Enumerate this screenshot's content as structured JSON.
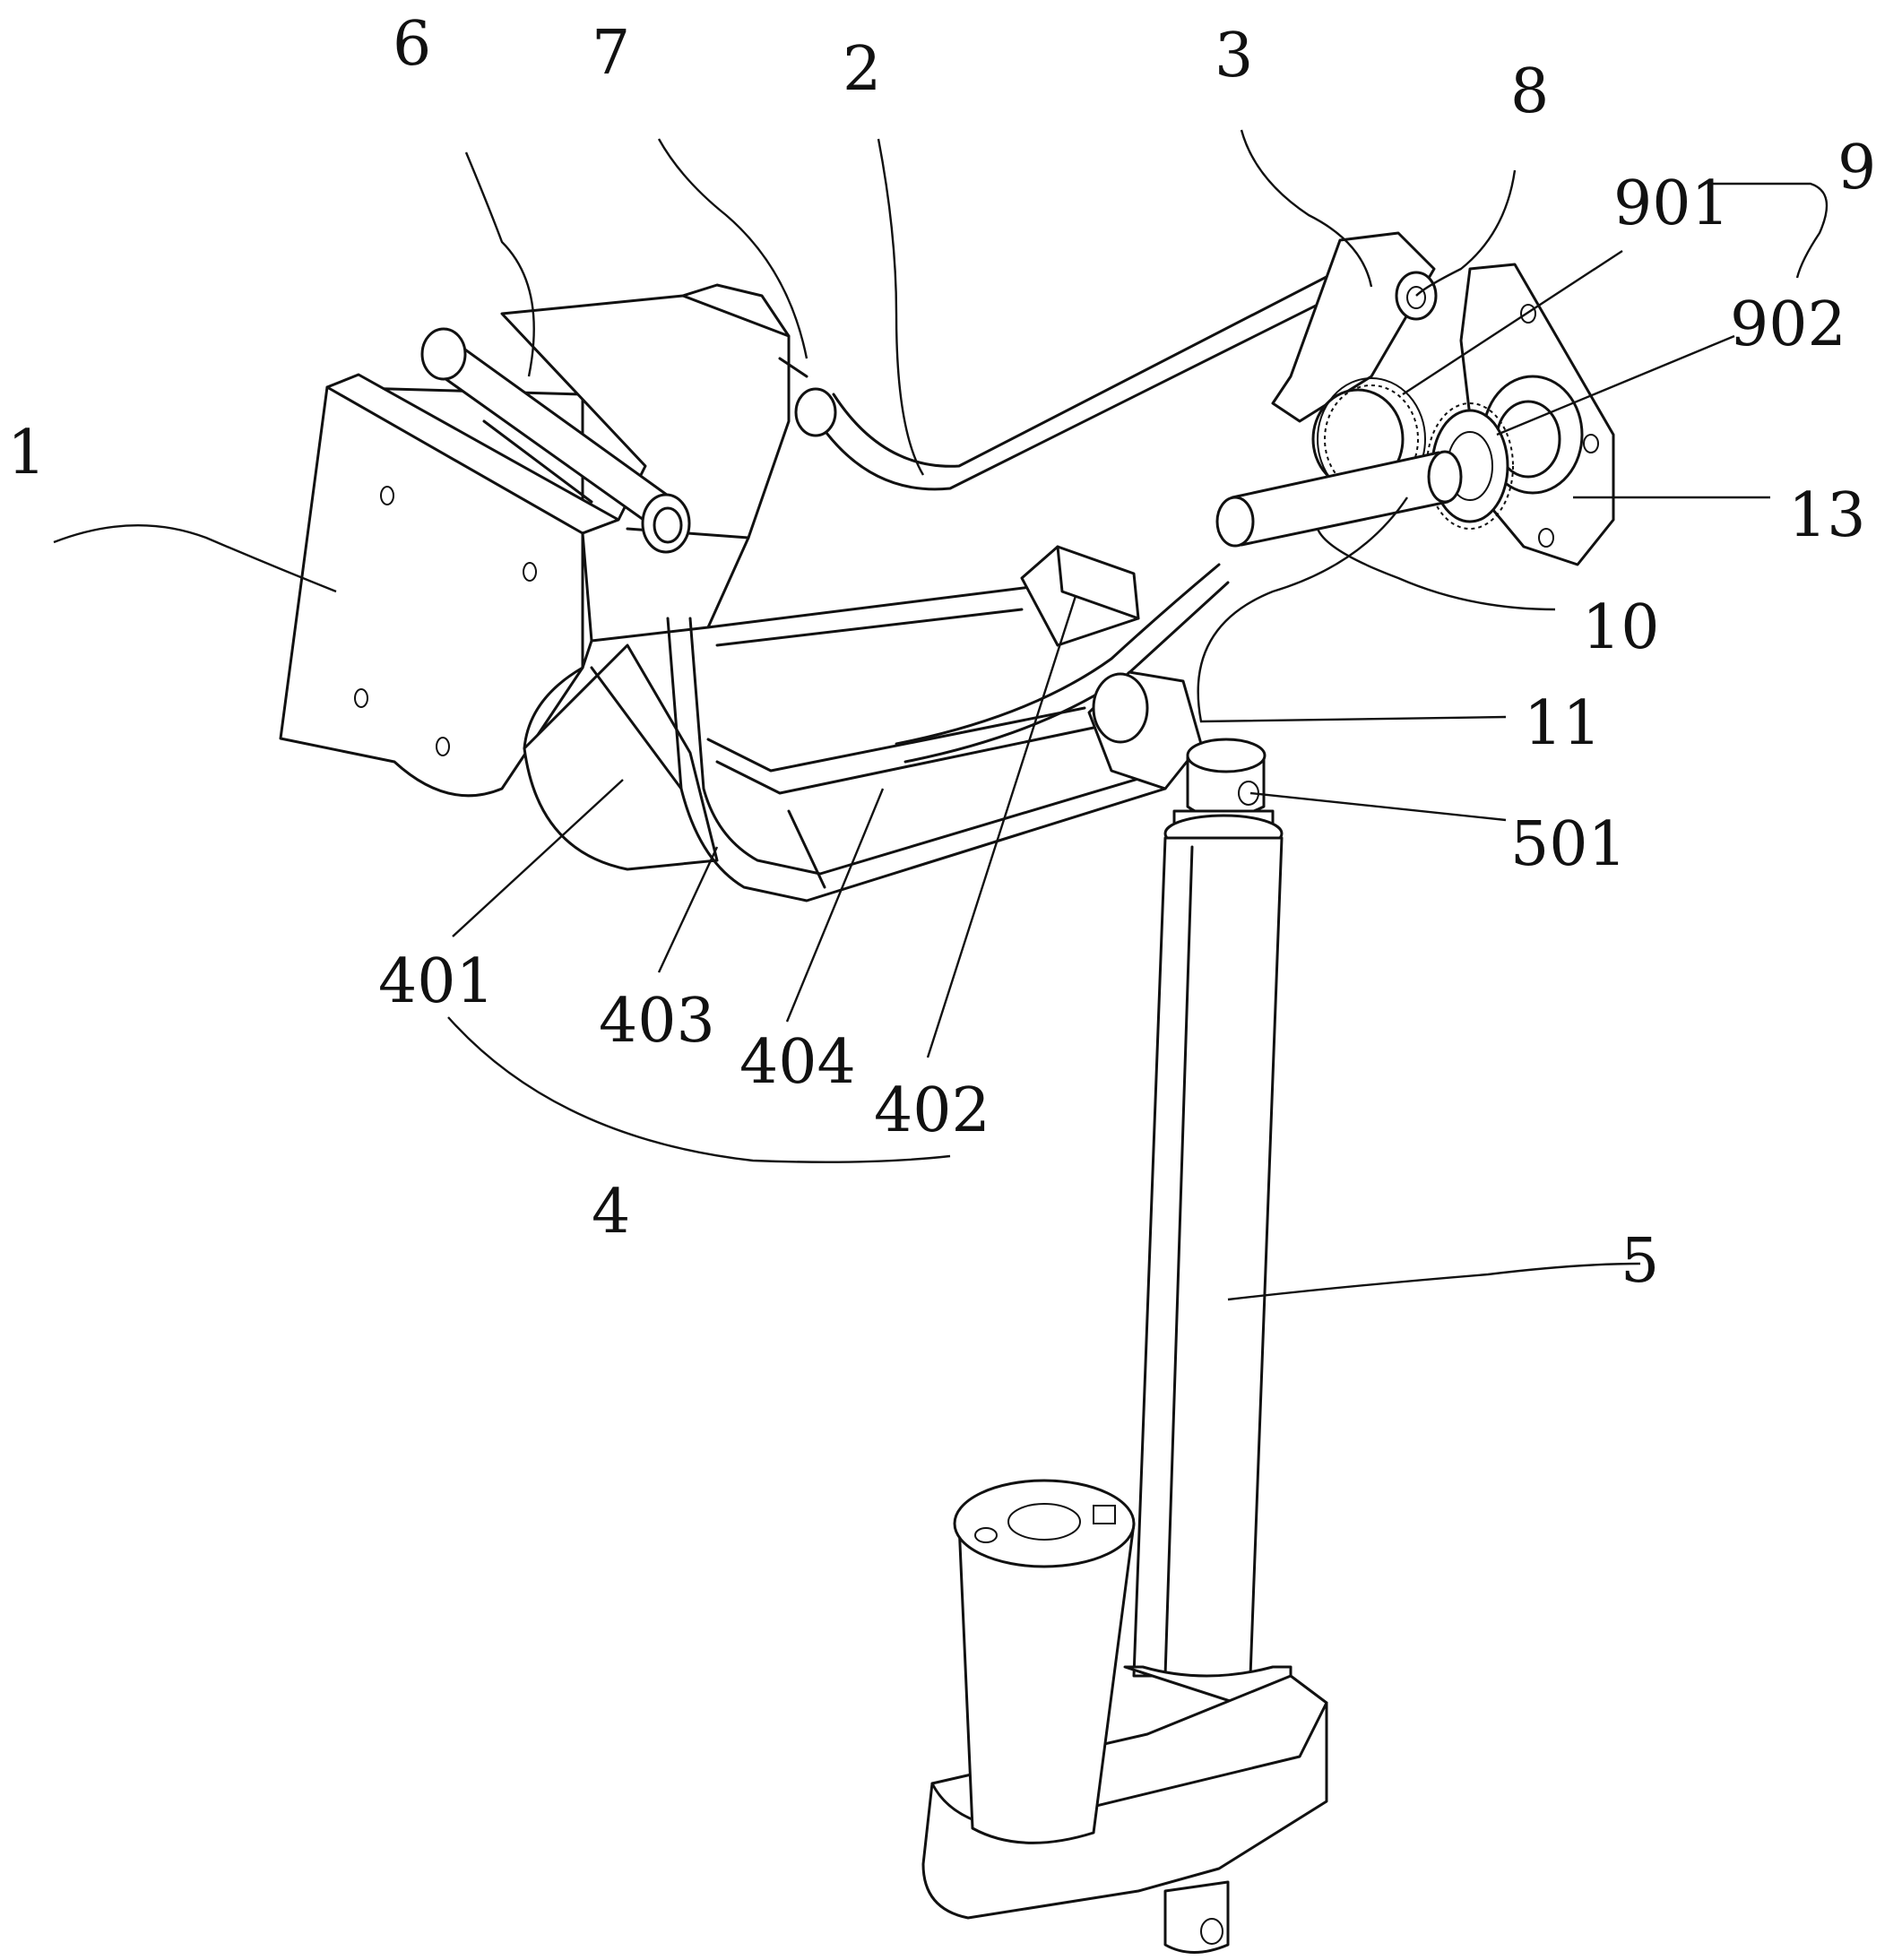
{
  "labels": {
    "l1": "1",
    "l2": "2",
    "l3": "3",
    "l4": "4",
    "l5": "5",
    "l6": "6",
    "l7": "7",
    "l8": "8",
    "l9": "9",
    "l10": "10",
    "l11": "11",
    "l13": "13",
    "l401": "401",
    "l402": "402",
    "l403": "403",
    "l404": "404",
    "l501": "501",
    "l901": "901",
    "l902": "902"
  }
}
